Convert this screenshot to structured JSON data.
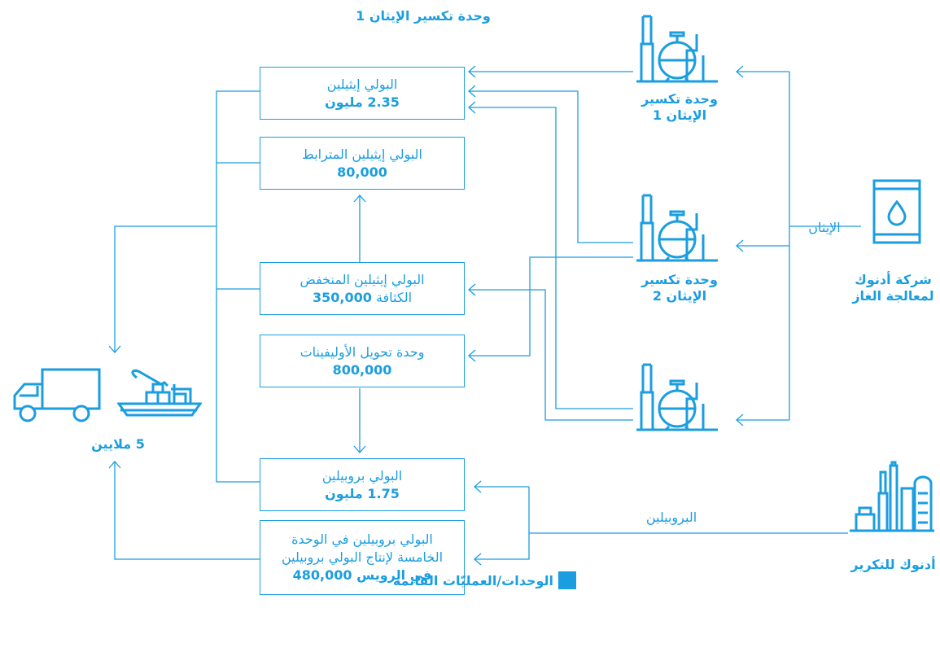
{
  "header": {
    "title": "وحدة تكسير الإيثان 1"
  },
  "boxes": {
    "pe": {
      "name": "البولي إيثيلين",
      "value": "2.35 مليون"
    },
    "xlpe": {
      "name": "البولي إيثيلين المترابط",
      "value": "80,000"
    },
    "ldpe": {
      "name_line1": "البولي إيثيلين المنخفض",
      "name_line2": "الكثافة",
      "value": "350,000"
    },
    "olefins": {
      "name": "وحدة تحويل الأوليفينات",
      "value": "800,000"
    },
    "pp": {
      "name": "البولي بروبيلين",
      "value": "1.75 مليون"
    },
    "pp5": {
      "line1": "البولي بروبيلين في الوحدة",
      "line2": "الخامسة لإنتاج البولي بروبيلين",
      "value": "في الرويس 480,000"
    }
  },
  "crackers": {
    "c1": {
      "line1": "وحدة تكسير",
      "line2": "الإيثان 1"
    },
    "c2": {
      "line1": "وحدة تكسير",
      "line2": "الإيثان 2"
    }
  },
  "sources": {
    "gas": {
      "line1": "شركة أدنوك",
      "line2": "لمعالجة الغاز"
    },
    "refining": {
      "label": "أدنوك للتكرير"
    }
  },
  "flows": {
    "ethane": "الإيثان",
    "propylene": "البروبيلين"
  },
  "output": {
    "total": "5 ملايين"
  },
  "legend": {
    "label": "الوحدات/العمليّات القائمة"
  },
  "colors": {
    "accent": "#1a9ee0",
    "background": "#ffffff"
  },
  "icons": [
    "cracker-icon",
    "barrel-icon",
    "refinery-icon",
    "truck-icon",
    "ship-icon"
  ]
}
